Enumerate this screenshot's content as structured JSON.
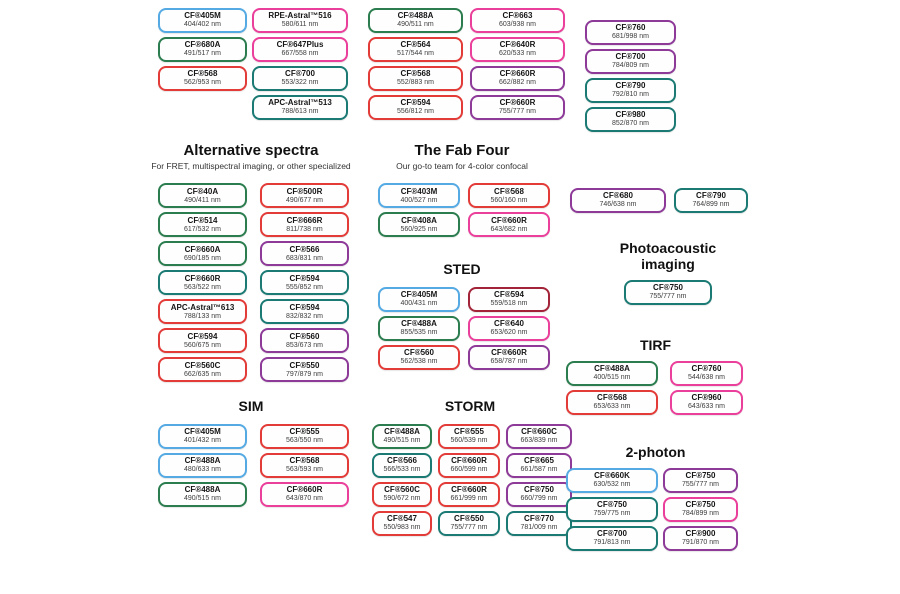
{
  "colors": {
    "blue": "#55aae3",
    "green": "#2b7d4f",
    "teal": "#1b7a73",
    "red": "#e23b38",
    "darkred": "#a32439",
    "pink": "#ea3f9a",
    "purple": "#8d3a98"
  },
  "top": {
    "columns": [
      {
        "chips": [
          {
            "name": "CF®405M",
            "value": "404/402 nm",
            "color": "blue"
          },
          {
            "name": "CF®680A",
            "value": "491/517 nm",
            "color": "green"
          },
          {
            "name": "CF®568",
            "value": "562/953 nm",
            "color": "red"
          }
        ]
      },
      {
        "chips": [
          {
            "name": "RPE-Astral™516",
            "value": "580/611 nm",
            "color": "pink"
          },
          {
            "name": "CF®647Plus",
            "value": "667/558 nm",
            "color": "pink"
          },
          {
            "name": "CF®700",
            "value": "553/322 nm",
            "color": "teal"
          },
          {
            "name": "APC-Astral™513",
            "value": "788/613 nm",
            "color": "teal"
          }
        ]
      },
      {
        "chips": [
          {
            "name": "CF®488A",
            "value": "490/511 nm",
            "color": "green"
          },
          {
            "name": "CF®564",
            "value": "517/544 nm",
            "color": "red"
          },
          {
            "name": "CF®568",
            "value": "552/883 nm",
            "color": "red"
          },
          {
            "name": "CF®594",
            "value": "556/812 nm",
            "color": "red"
          }
        ]
      },
      {
        "chips": [
          {
            "name": "CF®663",
            "value": "603/938 nm",
            "color": "pink"
          },
          {
            "name": "CF®640R",
            "value": "620/533 nm",
            "color": "pink"
          },
          {
            "name": "CF®660R",
            "value": "662/882 nm",
            "color": "purple"
          },
          {
            "name": "CF®660R",
            "value": "755/777 nm",
            "color": "purple"
          }
        ]
      },
      {
        "chips": [
          {
            "name": "CF®760",
            "value": "681/998 nm",
            "color": "purple"
          },
          {
            "name": "CF®700",
            "value": "784/809 nm",
            "color": "purple"
          },
          {
            "name": "CF®790",
            "value": "792/810 nm",
            "color": "teal"
          },
          {
            "name": "CF®980",
            "value": "852/870 nm",
            "color": "teal"
          }
        ]
      }
    ]
  },
  "alternative": {
    "title": "Alternative spectra",
    "subtitle": "For FRET, multispectral imaging, or other specialized",
    "columns": [
      {
        "chips": [
          {
            "name": "CF®40A",
            "value": "490/411 nm",
            "color": "green"
          },
          {
            "name": "CF®514",
            "value": "617/532 nm",
            "color": "green"
          },
          {
            "name": "CF®660A",
            "value": "690/185 nm",
            "color": "green"
          },
          {
            "name": "CF®660R",
            "value": "563/522 nm",
            "color": "teal"
          },
          {
            "name": "APC-Astral™613",
            "value": "788/133 nm",
            "color": "red"
          },
          {
            "name": "CF®594",
            "value": "560/675 nm",
            "color": "red"
          },
          {
            "name": "CF®560C",
            "value": "662/635 nm",
            "color": "red"
          }
        ]
      },
      {
        "chips": [
          {
            "name": "CF®500R",
            "value": "490/677 nm",
            "color": "red"
          },
          {
            "name": "CF®666R",
            "value": "811/738 nm",
            "color": "red"
          },
          {
            "name": "CF®566",
            "value": "683/831 nm",
            "color": "purple"
          },
          {
            "name": "CF®594",
            "value": "555/852 nm",
            "color": "teal"
          },
          {
            "name": "CF®594",
            "value": "832/832 nm",
            "color": "teal"
          },
          {
            "name": "CF®560",
            "value": "853/673 nm",
            "color": "purple"
          },
          {
            "name": "CF®550",
            "value": "797/879 nm",
            "color": "purple"
          }
        ]
      }
    ]
  },
  "fab_four": {
    "title": "The Fab Four",
    "subtitle": "Our go-to team for 4-color confocal",
    "columns": [
      {
        "chips": [
          {
            "name": "CF®403M",
            "value": "400/527 nm",
            "color": "blue"
          },
          {
            "name": "CF®408A",
            "value": "560/925 nm",
            "color": "green"
          }
        ]
      },
      {
        "chips": [
          {
            "name": "CF®568",
            "value": "560/160 nm",
            "color": "red"
          },
          {
            "name": "CF®660R",
            "value": "643/682 nm",
            "color": "pink"
          }
        ]
      }
    ]
  },
  "sted": {
    "title": "STED",
    "columns": [
      {
        "chips": [
          {
            "name": "CF®405M",
            "value": "400/431 nm",
            "color": "blue"
          },
          {
            "name": "CF®488A",
            "value": "855/535 nm",
            "color": "green"
          },
          {
            "name": "CF®560",
            "value": "562/538 nm",
            "color": "red"
          }
        ]
      },
      {
        "chips": [
          {
            "name": "CF®594",
            "value": "559/518 nm",
            "color": "darkred"
          },
          {
            "name": "CF®640",
            "value": "653/620 nm",
            "color": "pink"
          },
          {
            "name": "CF®660R",
            "value": "658/787 nm",
            "color": "purple"
          }
        ]
      }
    ]
  },
  "sim": {
    "title": "SIM",
    "columns": [
      {
        "chips": [
          {
            "name": "CF®405M",
            "value": "401/432 nm",
            "color": "blue"
          },
          {
            "name": "CF®488A",
            "value": "480/633 nm",
            "color": "blue"
          },
          {
            "name": "CF®488A",
            "value": "490/515 nm",
            "color": "green"
          }
        ]
      },
      {
        "chips": [
          {
            "name": "CF®555",
            "value": "563/550 nm",
            "color": "red"
          },
          {
            "name": "CF®568",
            "value": "563/593 nm",
            "color": "red"
          },
          {
            "name": "CF®660R",
            "value": "643/870 nm",
            "color": "pink"
          }
        ]
      }
    ]
  },
  "storm": {
    "title": "STORM",
    "columns": [
      {
        "chips": [
          {
            "name": "CF®488A",
            "value": "490/515 nm",
            "color": "green"
          },
          {
            "name": "CF®566",
            "value": "566/533 nm",
            "color": "teal"
          },
          {
            "name": "CF®560C",
            "value": "590/672 nm",
            "color": "red"
          },
          {
            "name": "CF®547",
            "value": "550/983 nm",
            "color": "red"
          }
        ]
      },
      {
        "chips": [
          {
            "name": "CF®555",
            "value": "560/539 nm",
            "color": "red"
          },
          {
            "name": "CF®660R",
            "value": "660/599 nm",
            "color": "red"
          },
          {
            "name": "CF®660R",
            "value": "661/999 nm",
            "color": "red"
          },
          {
            "name": "CF®550",
            "value": "755/777 nm",
            "color": "teal"
          }
        ]
      },
      {
        "chips": [
          {
            "name": "CF®660C",
            "value": "663/839 nm",
            "color": "purple"
          },
          {
            "name": "CF®665",
            "value": "661/587 nm",
            "color": "purple"
          },
          {
            "name": "CF®750",
            "value": "660/799 nm",
            "color": "purple"
          },
          {
            "name": "CF®770",
            "value": "781/009 nm",
            "color": "teal"
          }
        ]
      }
    ]
  },
  "nir_pair": {
    "chips": [
      {
        "name": "CF®680",
        "value": "746/638 nm",
        "color": "purple"
      },
      {
        "name": "CF®790",
        "value": "764/899 nm",
        "color": "teal"
      }
    ]
  },
  "photoacoustic": {
    "title": "Photoacoustic imaging",
    "chips": [
      {
        "name": "CF®750",
        "value": "755/777 nm",
        "color": "teal"
      }
    ]
  },
  "tirf": {
    "title": "TIRF",
    "columns": [
      {
        "chips": [
          {
            "name": "CF®488A",
            "value": "400/515 nm",
            "color": "green"
          },
          {
            "name": "CF®568",
            "value": "653/633 nm",
            "color": "red"
          }
        ]
      },
      {
        "chips": [
          {
            "name": "CF®760",
            "value": "544/638 nm",
            "color": "pink"
          },
          {
            "name": "CF®960",
            "value": "643/633 nm",
            "color": "pink"
          }
        ]
      }
    ]
  },
  "two_photon": {
    "title": "2-photon",
    "columns": [
      {
        "chips": [
          {
            "name": "CF®660K",
            "value": "630/532 nm",
            "color": "blue"
          },
          {
            "name": "CF®750",
            "value": "759/775 nm",
            "color": "teal"
          },
          {
            "name": "CF®700",
            "value": "791/813 nm",
            "color": "teal"
          }
        ]
      },
      {
        "chips": [
          {
            "name": "CF®750",
            "value": "755/777 nm",
            "color": "purple"
          },
          {
            "name": "CF®750",
            "value": "784/899 nm",
            "color": "pink"
          },
          {
            "name": "CF®900",
            "value": "791/870 nm",
            "color": "purple"
          }
        ]
      }
    ]
  }
}
